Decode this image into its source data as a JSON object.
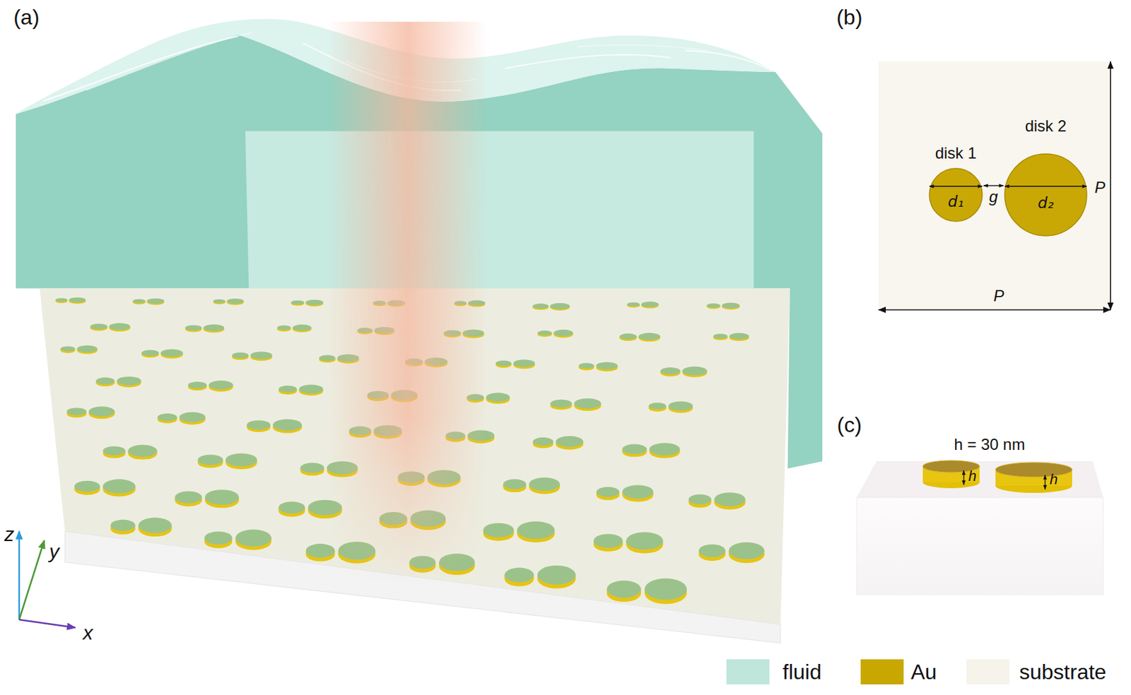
{
  "diagram": {
    "nodes": [
      {
        "text": [
          "disk 1",
          "d₁"
        ]
      },
      {
        "text": [
          "disk 2",
          "d₂"
        ]
      }
    ],
    "labels": [
      "(a)",
      "(b)",
      "(c)",
      "g",
      "P",
      "P",
      "h = 30 nm",
      "h",
      "h",
      "z",
      "y",
      "x"
    ],
    "legend": [
      {
        "text": "fluid",
        "color": "#bfe6db"
      },
      {
        "text": "Au",
        "color": "#c8a800"
      },
      {
        "text": "substrate",
        "color": "#f5f3ea"
      }
    ]
  }
}
